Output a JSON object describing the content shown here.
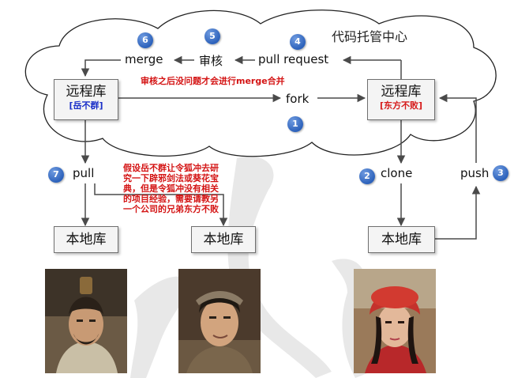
{
  "cloud_title": "代码托管中心",
  "steps": {
    "fork": {
      "num": "1",
      "label": "fork"
    },
    "clone": {
      "num": "2",
      "label": "clone"
    },
    "push": {
      "num": "3",
      "label": "push"
    },
    "pull_request": {
      "num": "4",
      "label": "pull request"
    },
    "review": {
      "num": "5",
      "label": "审核"
    },
    "merge": {
      "num": "6",
      "label": "merge"
    },
    "pull": {
      "num": "7",
      "label": "pull"
    }
  },
  "remote_left": {
    "title": "远程库",
    "owner": "[岳不群]"
  },
  "remote_right": {
    "title": "远程库",
    "owner": "[东方不败]"
  },
  "local_repo_label": "本地库",
  "review_note": "审核之后没问题才会进行merge合并",
  "story_note": [
    "假设岳不群让令狐冲去研",
    "究一下辟邪剑法或葵花宝",
    "典，但是令狐冲没有相关",
    "的项目经验，需要请教另",
    "一个公司的兄弟东方不败"
  ],
  "colors": {
    "accent": "#2d62bb",
    "note_red": "#d41414",
    "owner_blue": "#1a2fc8"
  }
}
